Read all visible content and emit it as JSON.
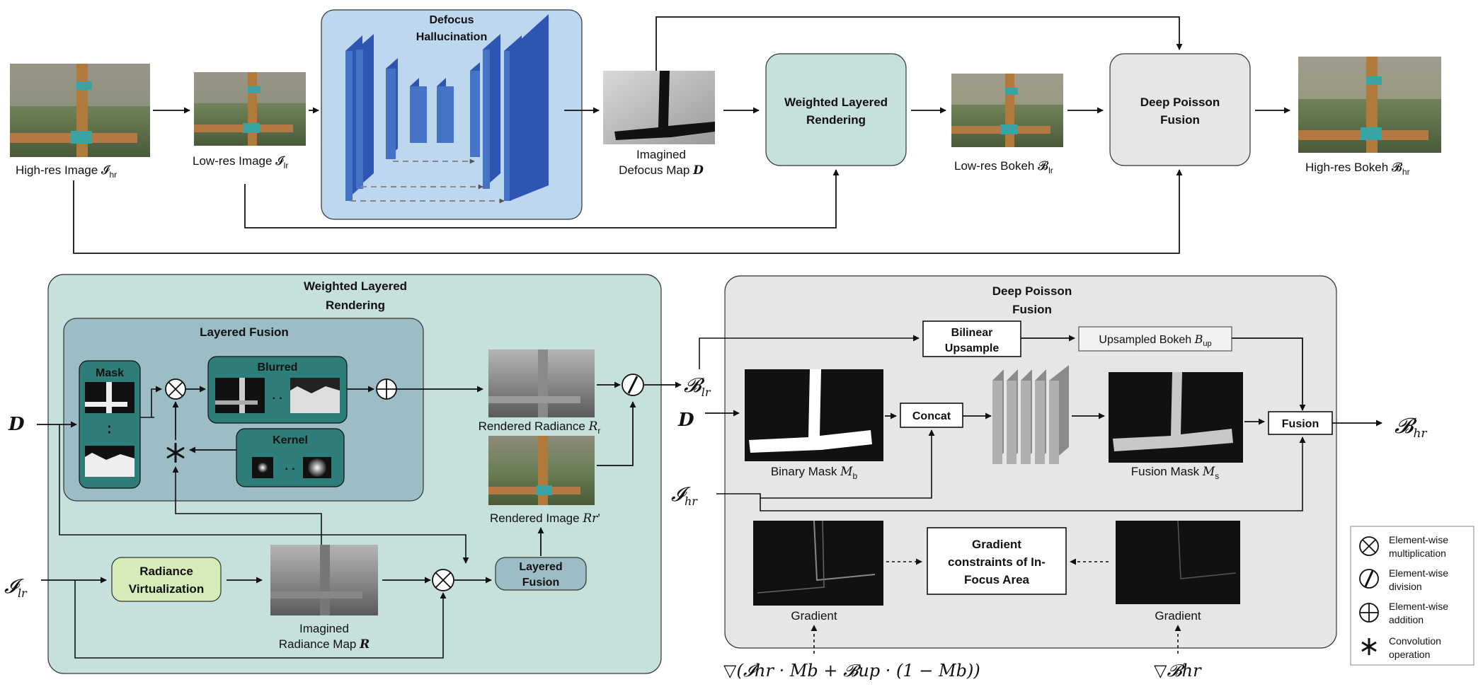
{
  "top": {
    "hr_image": "High-res Image 𝓘",
    "hr_image_sub": "hr",
    "lr_image": "Low-res Image 𝓘",
    "lr_image_sub": "lr",
    "hallucination_title_1": "Defocus",
    "hallucination_title_2": "Hallucination",
    "defocus_1": "Imagined",
    "defocus_2": "Defocus Map ",
    "defocus_sym": "D",
    "wlr_1": "Weighted Layered",
    "wlr_2": "Rendering",
    "lr_bokeh": "Low-res Bokeh 𝓑",
    "lr_bokeh_sub": "lr",
    "dpf_1": "Deep Poisson",
    "dpf_2": "Fusion",
    "hr_bokeh": "High-res Bokeh 𝓑",
    "hr_bokeh_sub": "hr"
  },
  "wlr_panel": {
    "title_1": "Weighted Layered",
    "title_2": "Rendering",
    "layered_fusion": "Layered Fusion",
    "mask": "Mask",
    "blurred": "Blurred",
    "kernel": "Kernel",
    "dots": "· ·",
    "vdots": "·",
    "d_input": "D",
    "i_lr": "𝓘",
    "i_lr_sub": "lr",
    "rv_1": "Radiance",
    "rv_2": "Virtualization",
    "imagined_1": "Imagined",
    "imagined_2": "Radiance Map ",
    "imagined_sym": "R",
    "rendered_radiance": "Rendered Radiance ",
    "rendered_radiance_sym": "R",
    "rendered_radiance_sub": "r",
    "rendered_image": "Rendered Image ",
    "rendered_image_sym": "Rr",
    "rendered_image_prime": "’",
    "lf_box_1": "Layered",
    "lf_box_2": "Fusion",
    "b_lr": "𝓑",
    "b_lr_sub": "lr"
  },
  "dpf_panel": {
    "title_1": "Deep Poisson",
    "title_2": "Fusion",
    "bilinear_1": "Bilinear",
    "bilinear_2": "Upsample",
    "upsampled": "Upsampled Bokeh ",
    "upsampled_sym": "B",
    "upsampled_sub": "up",
    "d_input": "D",
    "concat": "Concat",
    "binary_mask": "Binary Mask ",
    "binary_mask_sym": "M",
    "binary_mask_sub": "b",
    "fusion_mask": "Fusion Mask ",
    "fusion_mask_sym": "M",
    "fusion_mask_sub": "s",
    "fusion": "Fusion",
    "b_hr": "𝓑",
    "b_hr_sub": "hr",
    "i_hr": "𝓘",
    "i_hr_sub": "hr",
    "gc_1": "Gradient",
    "gc_2": "constraints of In-",
    "gc_3": "Focus Area",
    "gradient_left": "Gradient",
    "gradient_right": "Gradient",
    "formula_left": "▽(𝓘hr · Mb + 𝓑up · (1 − Mb))",
    "formula_right": "▽𝓑hr"
  },
  "legend": {
    "mult_1": "Element-wise",
    "mult_2": "multiplication",
    "div_1": "Element-wise",
    "div_2": "division",
    "add_1": "Element-wise",
    "add_2": "addition",
    "conv_1": "Convolution",
    "conv_2": "operation"
  }
}
